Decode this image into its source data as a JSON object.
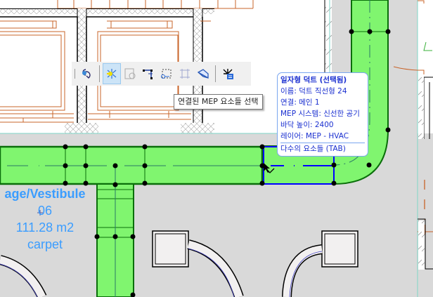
{
  "toolbar": {
    "buttons": [
      {
        "name": "duct-connect-icon",
        "state": "normal"
      },
      {
        "name": "select-connected-mep-icon",
        "state": "active"
      },
      {
        "name": "save-route-icon",
        "state": "disabled"
      },
      {
        "name": "route-edit-icon",
        "state": "normal"
      },
      {
        "name": "resize-selection-icon",
        "state": "normal"
      },
      {
        "name": "grid-tool-icon",
        "state": "disabled"
      },
      {
        "name": "duct-transform-icon",
        "state": "normal"
      },
      {
        "name": "mep-list-icon",
        "state": "normal"
      }
    ]
  },
  "tooltip": {
    "text": "연결된 MEP 요소들 선택"
  },
  "info_panel": {
    "title": "일자형 덕트 (선택됨)",
    "lines": [
      "이름: 덕트 직선형 24",
      "연결: 메인 1",
      "MEP 시스템: 신선한 공기",
      "바닥 높이: 2400",
      "레이어: MEP - HVAC"
    ],
    "footer": "다수의 요소들 (TAB)"
  },
  "zone_label": {
    "name": "age/Vestibule",
    "number": "06",
    "area": "111.28 m2",
    "finish": "carpet"
  },
  "colors": {
    "duct_fill": "#80f56f",
    "duct_edge": "#0a6e0a",
    "selection": "#0000ff",
    "wall_orange": "#c8642a",
    "corridor": "#d9d9d9",
    "zone_text": "#3b9dff",
    "info_text": "#1a2fd0"
  }
}
